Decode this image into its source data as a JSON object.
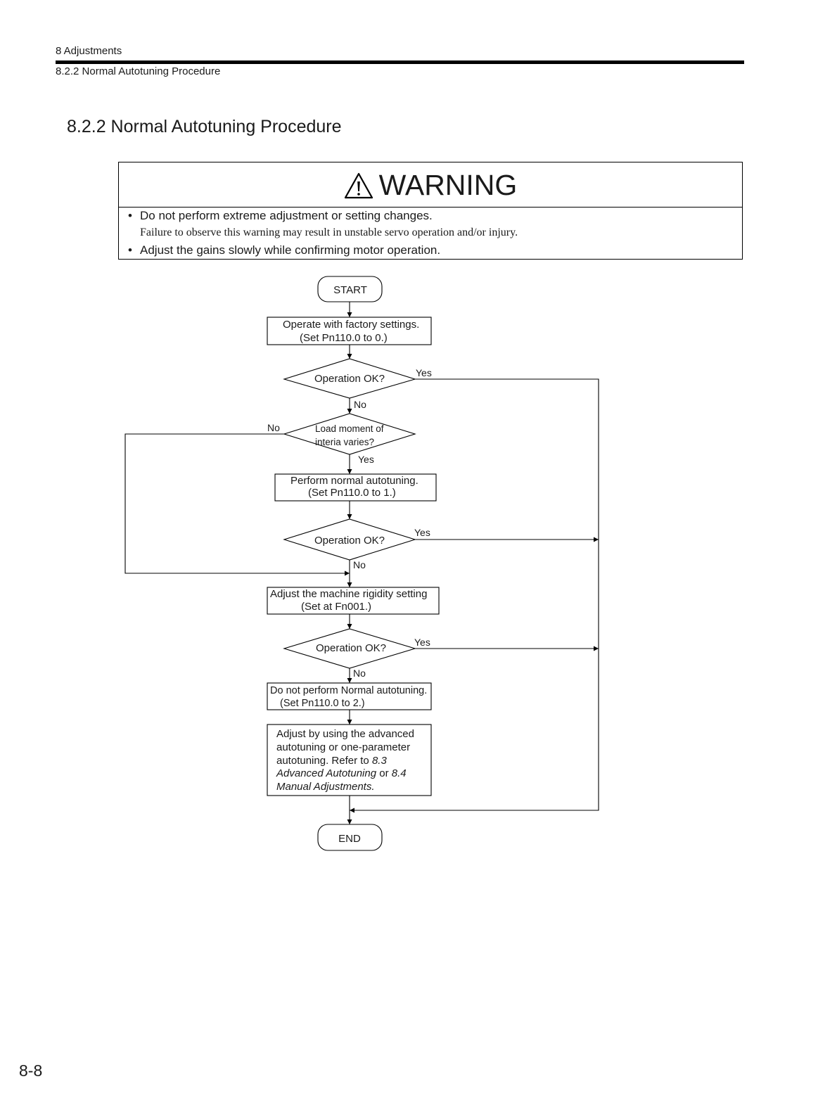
{
  "header": {
    "chapter": "8  Adjustments",
    "section": "8.2.2  Normal Autotuning Procedure"
  },
  "section_title": "8.2.2  Normal Autotuning Procedure",
  "warning": {
    "title": "WARNING",
    "items": [
      {
        "bullet": "•",
        "text": "Do not perform extreme adjustment or setting changes."
      },
      {
        "bullet": "",
        "text": "Failure to observe this warning may result in unstable servo operation and/or injury."
      },
      {
        "bullet": "•",
        "text": "Adjust the gains slowly while confirming motor operation."
      }
    ]
  },
  "flowchart": {
    "start": "START",
    "step1": [
      "Operate with factory settings.",
      "(Set Pn110.0 to 0.)"
    ],
    "decision1": "Operation OK?",
    "decision2": [
      "Load moment of",
      "interia varies?"
    ],
    "step2": [
      "Perform normal autotuning.",
      "(Set Pn110.0 to 1.)"
    ],
    "decision3": "Operation OK?",
    "step3": [
      "Adjust the machine rigidity setting",
      "(Set at Fn001.)"
    ],
    "decision4": "Operation OK?",
    "step4": [
      "Do not perform Normal autotuning.",
      "(Set Pn110.0 to 2.)"
    ],
    "step5": {
      "line1": "Adjust by using the advanced",
      "line2": "autotuning or one-parameter",
      "line3_a": "autotuning.  Refer to ",
      "line3_b": "8.3",
      "line4_a": "Advanced Autotuning",
      "line4_b": " or ",
      "line4_c": "8.4",
      "line5": "Manual Adjustments."
    },
    "end": "END",
    "yes": "Yes",
    "no": "No"
  },
  "page_number": "8-8"
}
